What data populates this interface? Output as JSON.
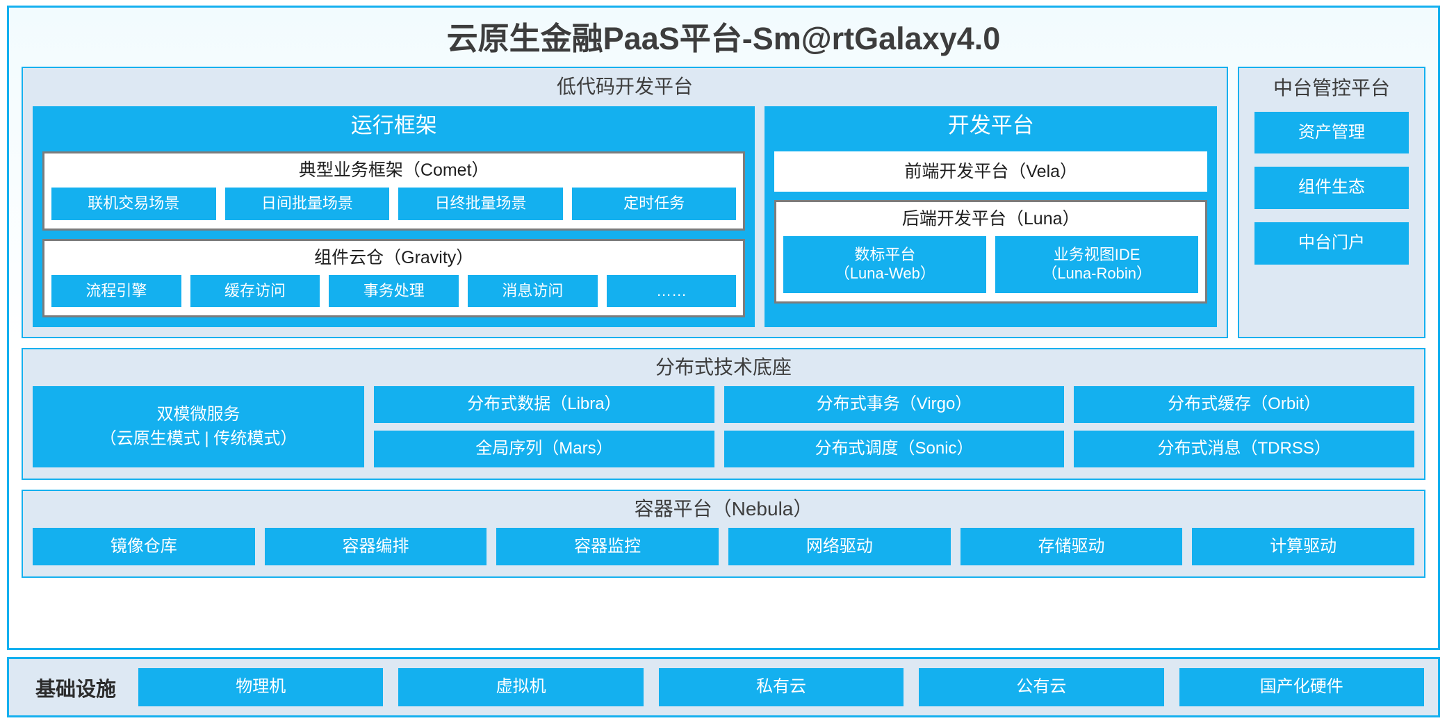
{
  "title": "云原生金融PaaS平台-Sm@rtGalaxy4.0",
  "colors": {
    "accent": "#14b0ef",
    "panel_bg": "#dde8f3",
    "panel_border": "#14b0ef",
    "whitebox_border": "#7c7c7c",
    "text_dark": "#3d3d3d",
    "text_light": "#ffffff"
  },
  "lowcode": {
    "title": "低代码开发平台",
    "runtime": {
      "title": "运行框架",
      "comet": {
        "title": "典型业务框架（Comet）",
        "items": [
          "联机交易场景",
          "日间批量场景",
          "日终批量场景",
          "定时任务"
        ]
      },
      "gravity": {
        "title": "组件云仓（Gravity）",
        "items": [
          "流程引擎",
          "缓存访问",
          "事务处理",
          "消息访问",
          "……"
        ]
      }
    },
    "devplatform": {
      "title": "开发平台",
      "frontend": "前端开发平台（Vela）",
      "backend": {
        "title": "后端开发平台（Luna）",
        "items": [
          {
            "line1": "数标平台",
            "line2": "（Luna-Web）"
          },
          {
            "line1": "业务视图IDE",
            "line2": "（Luna-Robin）"
          }
        ]
      }
    }
  },
  "management": {
    "title": "中台管控平台",
    "items": [
      "资产管理",
      "组件生态",
      "中台门户"
    ]
  },
  "techbase": {
    "title": "分布式技术底座",
    "microservice": {
      "line1": "双模微服务",
      "line2": "（云原生模式 | 传统模式）"
    },
    "columns": [
      [
        "分布式数据（Libra）",
        "全局序列（Mars）"
      ],
      [
        "分布式事务（Virgo）",
        "分布式调度（Sonic）"
      ],
      [
        "分布式缓存（Orbit）",
        "分布式消息（TDRSS）"
      ]
    ]
  },
  "container_platform": {
    "title": "容器平台（Nebula）",
    "items": [
      "镜像仓库",
      "容器编排",
      "容器监控",
      "网络驱动",
      "存储驱动",
      "计算驱动"
    ]
  },
  "infrastructure": {
    "label": "基础设施",
    "items": [
      "物理机",
      "虚拟机",
      "私有云",
      "公有云",
      "国产化硬件"
    ]
  }
}
